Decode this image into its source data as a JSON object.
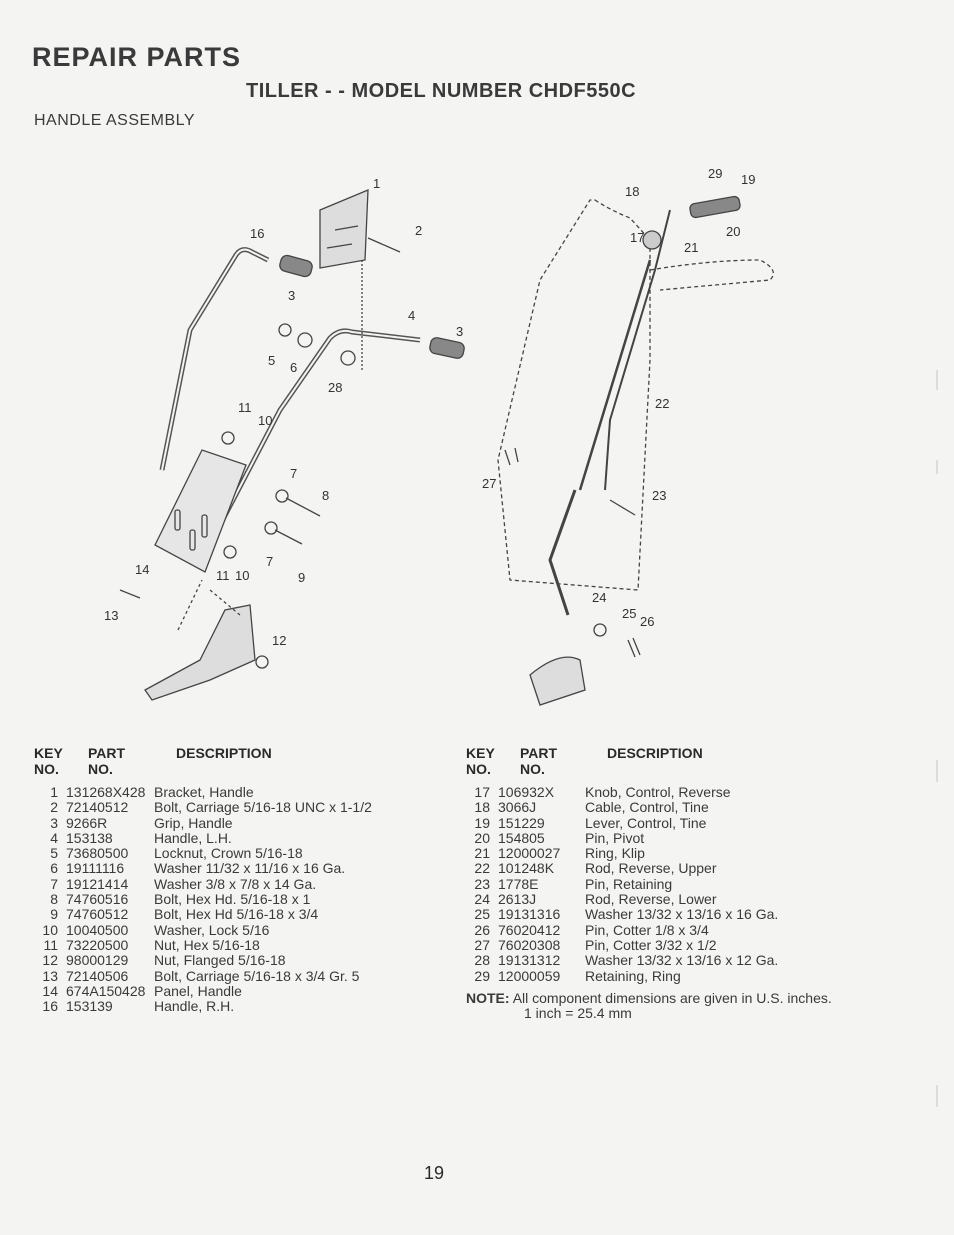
{
  "header": {
    "section_title": "REPAIR PARTS",
    "model_title": "TILLER - - MODEL NUMBER CHDF550C",
    "assembly_title": "HANDLE ASSEMBLY"
  },
  "diagram_callouts": [
    "1",
    "2",
    "3",
    "4",
    "5",
    "6",
    "7",
    "8",
    "9",
    "10",
    "11",
    "12",
    "13",
    "14",
    "16",
    "17",
    "18",
    "19",
    "20",
    "21",
    "22",
    "23",
    "24",
    "25",
    "26",
    "27",
    "28",
    "29"
  ],
  "columns": {
    "key_label": "KEY\nNO.",
    "key_line1": "KEY",
    "key_line2": "NO.",
    "part_line1": "PART",
    "part_line2": "NO.",
    "description": "DESCRIPTION"
  },
  "parts_left": [
    {
      "key": "1",
      "part": "131268X428",
      "desc": "Bracket, Handle"
    },
    {
      "key": "2",
      "part": "72140512",
      "desc": "Bolt, Carriage 5/16-18 UNC x 1-1/2"
    },
    {
      "key": "3",
      "part": "9266R",
      "desc": "Grip, Handle"
    },
    {
      "key": "4",
      "part": "153138",
      "desc": "Handle, L.H."
    },
    {
      "key": "5",
      "part": "73680500",
      "desc": "Locknut, Crown 5/16-18"
    },
    {
      "key": "6",
      "part": "19111116",
      "desc": "Washer 11/32 x 11/16 x 16 Ga."
    },
    {
      "key": "7",
      "part": "19121414",
      "desc": "Washer 3/8 x 7/8 x 14 Ga."
    },
    {
      "key": "8",
      "part": "74760516",
      "desc": "Bolt, Hex Hd. 5/16-18 x 1"
    },
    {
      "key": "9",
      "part": "74760512",
      "desc": "Bolt, Hex Hd 5/16-18 x 3/4"
    },
    {
      "key": "10",
      "part": "10040500",
      "desc": "Washer, Lock 5/16"
    },
    {
      "key": "11",
      "part": "73220500",
      "desc": "Nut, Hex 5/16-18"
    },
    {
      "key": "12",
      "part": "98000129",
      "desc": "Nut, Flanged 5/16-18"
    },
    {
      "key": "13",
      "part": "72140506",
      "desc": "Bolt, Carriage 5/16-18 x 3/4 Gr. 5"
    },
    {
      "key": "14",
      "part": "674A150428",
      "desc": "Panel, Handle"
    },
    {
      "key": "16",
      "part": "153139",
      "desc": "Handle, R.H."
    }
  ],
  "parts_right": [
    {
      "key": "17",
      "part": "106932X",
      "desc": "Knob, Control, Reverse"
    },
    {
      "key": "18",
      "part": "3066J",
      "desc": "Cable, Control, Tine"
    },
    {
      "key": "19",
      "part": "151229",
      "desc": "Lever, Control, Tine"
    },
    {
      "key": "20",
      "part": "154805",
      "desc": "Pin, Pivot"
    },
    {
      "key": "21",
      "part": "12000027",
      "desc": "Ring, Klip"
    },
    {
      "key": "22",
      "part": "101248K",
      "desc": "Rod, Reverse, Upper"
    },
    {
      "key": "23",
      "part": "1778E",
      "desc": "Pin, Retaining"
    },
    {
      "key": "24",
      "part": "2613J",
      "desc": "Rod, Reverse, Lower"
    },
    {
      "key": "25",
      "part": "19131316",
      "desc": "Washer 13/32 x 13/16 x 16 Ga."
    },
    {
      "key": "26",
      "part": "76020412",
      "desc": "Pin, Cotter 1/8 x 3/4"
    },
    {
      "key": "27",
      "part": "76020308",
      "desc": "Pin, Cotter 3/32 x 1/2"
    },
    {
      "key": "28",
      "part": "19131312",
      "desc": "Washer 13/32 x 13/16 x 12 Ga."
    },
    {
      "key": "29",
      "part": "12000059",
      "desc": "Retaining, Ring"
    }
  ],
  "note": {
    "label": "NOTE:",
    "line1": "All component dimensions are given in U.S. inches.",
    "line2": "1 inch = 25.4 mm"
  },
  "page_number": "19"
}
